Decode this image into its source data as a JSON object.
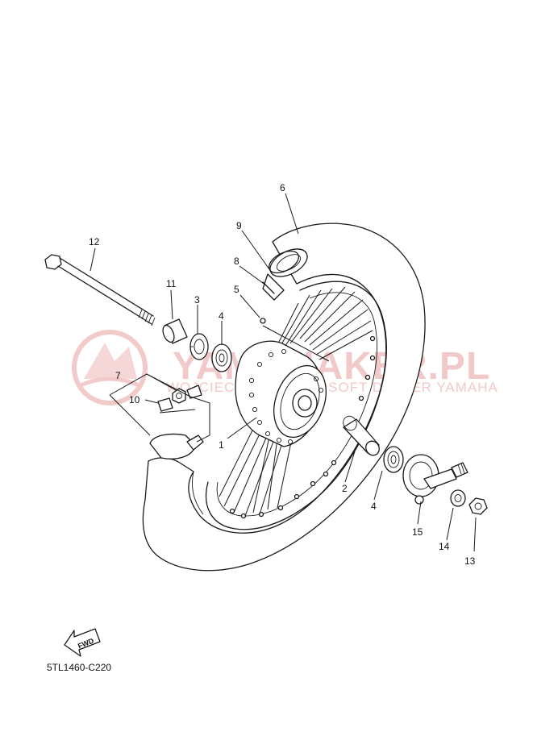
{
  "watermark": {
    "main_text": "YAMAHAKER.PL",
    "sub_text": "WOJCIECHOWSKI JARSOFT DEALER YAMAHA",
    "color": "#e9a0a0"
  },
  "diagram_code": "5TL1460-C220",
  "forward_arrow_label": "FWD",
  "callouts": [
    {
      "id": "1",
      "text": "1"
    },
    {
      "id": "2",
      "text": "2"
    },
    {
      "id": "3",
      "text": "3"
    },
    {
      "id": "4a",
      "text": "4"
    },
    {
      "id": "4b",
      "text": "4"
    },
    {
      "id": "5",
      "text": "5"
    },
    {
      "id": "6",
      "text": "6"
    },
    {
      "id": "7",
      "text": "7"
    },
    {
      "id": "8",
      "text": "8"
    },
    {
      "id": "9",
      "text": "9"
    },
    {
      "id": "10",
      "text": "10"
    },
    {
      "id": "11",
      "text": "11"
    },
    {
      "id": "12",
      "text": "12"
    },
    {
      "id": "13",
      "text": "13"
    },
    {
      "id": "14",
      "text": "14"
    },
    {
      "id": "15",
      "text": "15"
    }
  ]
}
